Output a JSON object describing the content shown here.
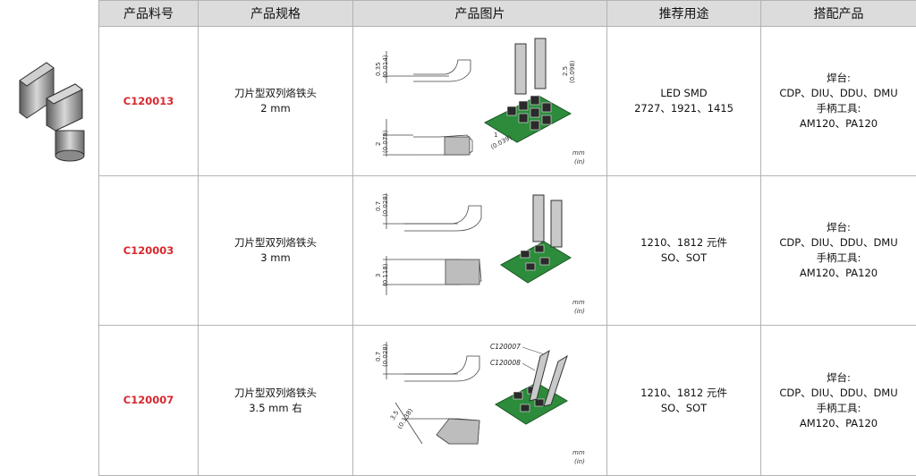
{
  "headers": {
    "code": "产品料号",
    "spec": "产品规格",
    "image": "产品图片",
    "use": "推荐用途",
    "compat": "搭配产品"
  },
  "rows": [
    {
      "code": "C120013",
      "spec": [
        "刀片型双列烙铁头",
        "2 mm"
      ],
      "use": [
        "LED SMD",
        "2727、1921、1415"
      ],
      "compat": [
        "焊台:",
        "CDP、DIU、DDU、DMU",
        "手柄工具:",
        "AM120、PA120"
      ],
      "drawing": {
        "dim_top": "0.35",
        "dim_top_in": "(0.014)",
        "dim_width": "2",
        "dim_width_in": "(0.079)",
        "dim_pitch": "1",
        "dim_pitch_in": "(0.039)",
        "dim_height": "2.5",
        "dim_height_in": "(0.098)",
        "unit_mm": "mm",
        "unit_in": "(in)"
      }
    },
    {
      "code": "C120003",
      "spec": [
        "刀片型双列烙铁头",
        "3 mm"
      ],
      "use": [
        "1210、1812 元件",
        "SO、SOT"
      ],
      "compat": [
        "焊台:",
        "CDP、DIU、DDU、DMU",
        "手柄工具:",
        "AM120、PA120"
      ],
      "drawing": {
        "dim_top": "0.7",
        "dim_top_in": "(0.028)",
        "dim_width": "3",
        "dim_width_in": "(0.118)",
        "unit_mm": "mm",
        "unit_in": "(in)"
      }
    },
    {
      "code": "C120007",
      "spec": [
        "刀片型双列烙铁头",
        "3.5 mm 右"
      ],
      "use": [
        "1210、1812 元件",
        "SO、SOT"
      ],
      "compat": [
        "焊台:",
        "CDP、DIU、DDU、DMU",
        "手柄工具:",
        "AM120、PA120"
      ],
      "drawing": {
        "dim_top": "0.7",
        "dim_top_in": "(0.028)",
        "dim_width": "3.5",
        "dim_width_in": "(0.138)",
        "callout_a": "C120007",
        "callout_b": "C120008",
        "unit_mm": "mm",
        "unit_in": "(in)"
      }
    }
  ],
  "icons": {
    "thumbnail": "blade-tip-thumbnail-icon"
  }
}
